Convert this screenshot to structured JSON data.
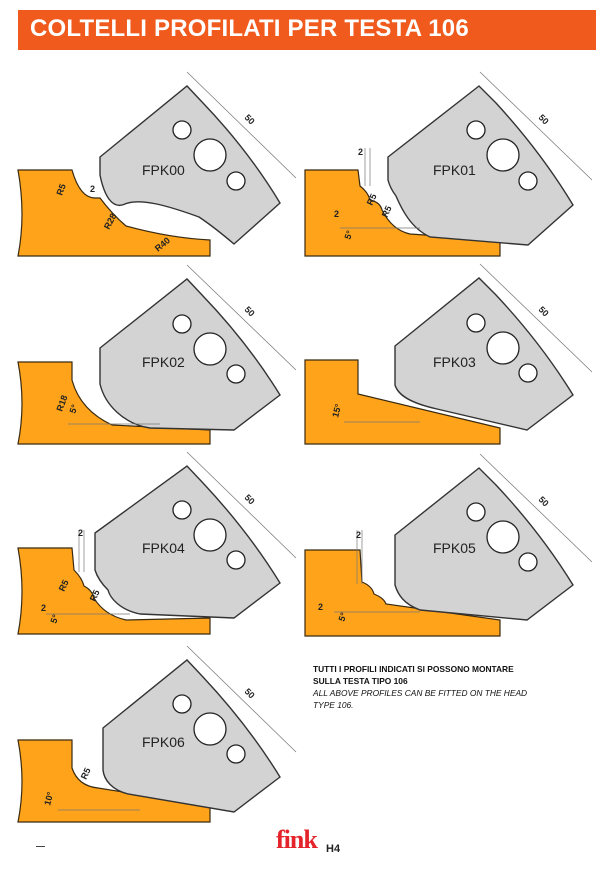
{
  "header": {
    "title": "COLTELLI PROFILATI PER TESTA 106"
  },
  "profiles": [
    {
      "code": "FPK00",
      "dims": [
        "50",
        "R5",
        "2",
        "R28",
        "R40"
      ]
    },
    {
      "code": "FPK01",
      "dims": [
        "50",
        "2",
        "R5",
        "R5",
        "2",
        "5°"
      ]
    },
    {
      "code": "FPK02",
      "dims": [
        "50",
        "R18",
        "5°"
      ]
    },
    {
      "code": "FPK03",
      "dims": [
        "50",
        "15°"
      ]
    },
    {
      "code": "FPK04",
      "dims": [
        "50",
        "2",
        "R5",
        "R5",
        "2",
        "5°"
      ]
    },
    {
      "code": "FPK05",
      "dims": [
        "50",
        "2",
        "2",
        "5°"
      ]
    },
    {
      "code": "FPK06",
      "dims": [
        "50",
        "R5",
        "10°"
      ]
    }
  ],
  "note": {
    "italian": "TUTTI I PROFILI INDICATI SI POSSONO MONTARE SULLA TESTA TIPO 106",
    "english": "ALL ABOVE PROFILES CAN BE FITTED ON THE HEAD TYPE 106."
  },
  "logo": {
    "word": "fink",
    "model": "H4"
  },
  "colors": {
    "banner": "#f05a1c",
    "wood": "#ffa41a",
    "blade": "#d3d3d3",
    "logo": "#e4232b"
  }
}
